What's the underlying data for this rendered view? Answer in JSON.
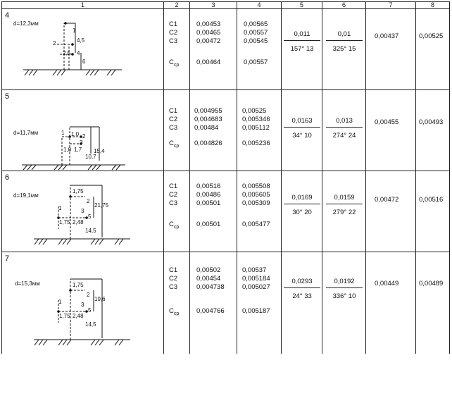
{
  "header": [
    "1",
    "2",
    "3",
    "4",
    "5",
    "6",
    "7",
    "8"
  ],
  "rows": [
    {
      "no": "4",
      "d": "d=12,3мм",
      "dims": [
        "1",
        "4,5",
        "2",
        "2,5",
        "4",
        "6"
      ],
      "labels": [
        "C1",
        "C2",
        "C3",
        "Cср"
      ],
      "col3": [
        "0,00453",
        "0,00465",
        "0,00472",
        "0,00464"
      ],
      "col4": [
        "0,00565",
        "0,00557",
        "0,00545",
        "0,00557"
      ],
      "col5": {
        "num": "0,011",
        "den": "157° 13"
      },
      "col6": {
        "num": "0,01",
        "den": "325° 15"
      },
      "col7": "0,00437",
      "col8": "0,00525"
    },
    {
      "no": "5",
      "d": "d=11,7мм",
      "dims": [
        "1",
        "1,0",
        "2",
        "3",
        "1,0",
        "1,7",
        "10,7",
        "15,4"
      ],
      "labels": [
        "C1",
        "C2",
        "C3",
        "Cср"
      ],
      "col3": [
        "0,004955",
        "0,004683",
        "0,00484",
        "0,004826"
      ],
      "col4": [
        "0,00525",
        "0,005346",
        "0,005112",
        "0,005236"
      ],
      "col5": {
        "num": "0,0163",
        "den": "34° 10"
      },
      "col6": {
        "num": "0,013",
        "den": "274° 24"
      },
      "col7": "0,00455",
      "col8": "0,00493"
    },
    {
      "no": "6",
      "d": "d=19,1мм",
      "dims": [
        "1,75",
        "2",
        "1",
        "3",
        "5",
        "1,75",
        "2,48",
        "14,5",
        "21,75"
      ],
      "labels": [
        "C1",
        "C2",
        "C3",
        "Cср"
      ],
      "col3": [
        "0,00516",
        "0,00486",
        "0,00501",
        "0,00501"
      ],
      "col4": [
        "0,005508",
        "0,005605",
        "0,005309",
        "0,005477"
      ],
      "col5": {
        "num": "0,0169",
        "den": "30° 20"
      },
      "col6": {
        "num": "0,0159",
        "den": "279° 22"
      },
      "col7": "0,00472",
      "col8": "0,00516"
    },
    {
      "no": "7",
      "d": "d=15,3мм",
      "dims": [
        "1,75",
        "2",
        "1",
        "3",
        "5",
        "1,75",
        "2,48",
        "14,5",
        "19,6"
      ],
      "labels": [
        "C1",
        "C2",
        "C3",
        "Cср"
      ],
      "col3": [
        "0,00502",
        "0,00454",
        "0,004738",
        "0,004766"
      ],
      "col4": [
        "0,00537",
        "0,005184",
        "0,005027",
        "0,005187"
      ],
      "col5": {
        "num": "0,0293",
        "den": "24° 33"
      },
      "col6": {
        "num": "0,0192",
        "den": "336° 10"
      },
      "col7": "0,00449",
      "col8": "0,00489"
    }
  ]
}
